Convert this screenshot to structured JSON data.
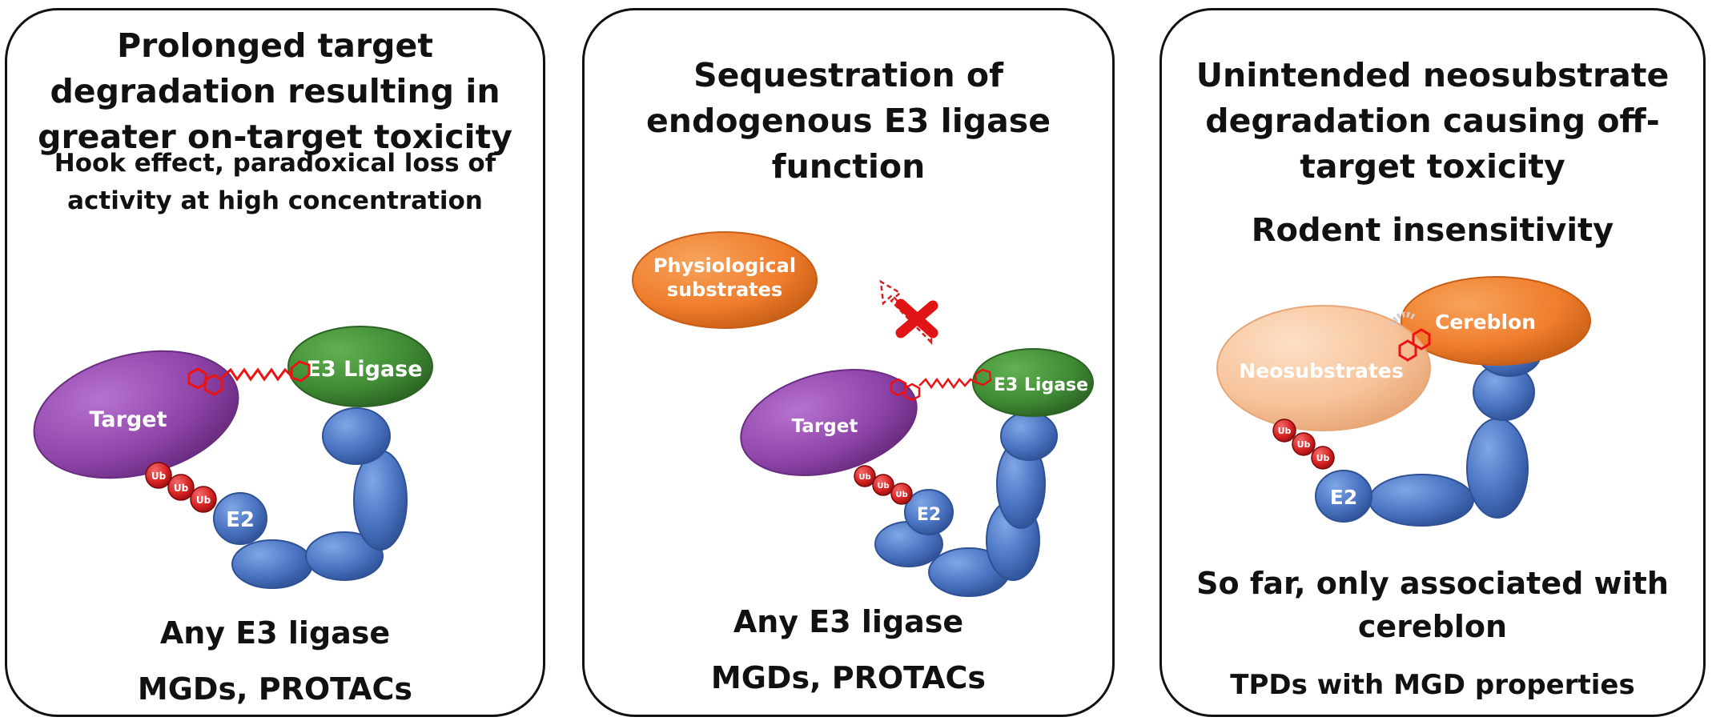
{
  "panels": [
    {
      "title_lines": [
        "Prolonged target",
        "degradation resulting in",
        "greater on-target toxicity"
      ],
      "subtitle_lines": [
        "Hook effect, paradoxical loss of",
        "activity at high concentration"
      ],
      "diagram": {
        "target": "Target",
        "e3": "E3 Ligase",
        "e2": "E2",
        "ub": "Ub"
      },
      "footer": [
        "Any E3 ligase",
        "MGDs, PROTACs"
      ]
    },
    {
      "title_lines": [
        "Sequestration of",
        "endogenous E3 ligase",
        "function"
      ],
      "diagram": {
        "substrates_lines": [
          "Physiological",
          "substrates"
        ],
        "target": "Target",
        "e3": "E3 Ligase",
        "e2": "E2",
        "ub": "Ub"
      },
      "footer": [
        "Any E3 ligase",
        "MGDs, PROTACs"
      ]
    },
    {
      "title_lines": [
        "Unintended neosubstrate",
        "degradation causing off-",
        "target toxicity"
      ],
      "subtitle": "Rodent insensitivity",
      "diagram": {
        "neosubstrates": "Neosubstrates",
        "cereblon": "Cereblon",
        "e2": "E2",
        "ub": "Ub"
      },
      "footer_lines": [
        "So far, only associated with",
        "cereblon"
      ],
      "footer2": "TPDs with MGD properties"
    }
  ],
  "colors": {
    "target": "#8e44a8",
    "e3_ligase": "#3f8a34",
    "blue_subunit": "#4a74c2",
    "ub": "#d42020",
    "substrate": "#ef7d2c",
    "neosubstrate": "#f7c39a",
    "linker": "#ee1111"
  }
}
